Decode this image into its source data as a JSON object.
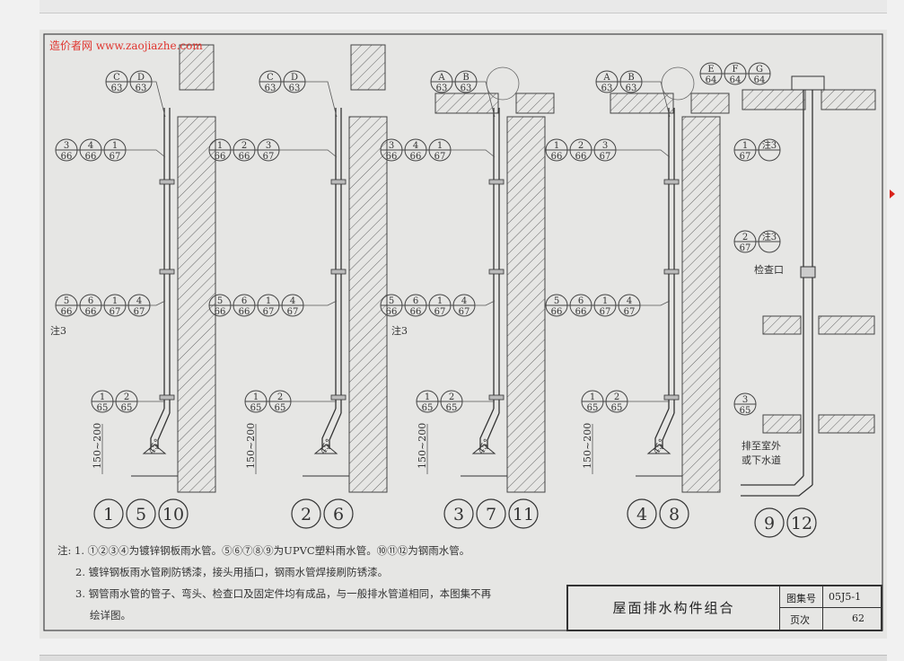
{
  "watermark": "造价者网 www.zaojiazhe.com",
  "bubbles": {
    "set1_top_left": [
      "C/63",
      "D/63"
    ],
    "set1_r1": [
      "3/66",
      "4/66",
      "1/67"
    ],
    "set1_r2": [
      "5/66",
      "6/66",
      "1/67",
      "4/67"
    ],
    "set1_r3": [
      "1/65",
      "2/65"
    ]
  },
  "labels": {
    "note3": "注3",
    "dim": "150~200",
    "angle": "45°",
    "inspect": "检查口",
    "outlet_1": "排至室外",
    "outlet_2": "或下水道"
  },
  "detail_ids": {
    "d1": [
      "1",
      "5",
      "10"
    ],
    "d2": [
      "2",
      "6"
    ],
    "d3": [
      "3",
      "7",
      "11"
    ],
    "d4": [
      "4",
      "8"
    ],
    "d5": [
      "9",
      "12"
    ]
  },
  "notes": {
    "prefix": "注:",
    "n1": "1. ①②③④为镀锌钢板雨水管。⑤⑥⑦⑧⑨为UPVC塑料雨水管。⑩⑪⑫为钢雨水管。",
    "n2": "2. 镀锌钢板雨水管刷防锈漆，接头用插口，钢雨水管焊接刷防锈漆。",
    "n3a": "3. 钢管雨水管的管子、弯头、检查口及固定件均有成品，与一般排水管道相同，本图集不再",
    "n3b": "绘详图。"
  },
  "titleblock": {
    "title": "屋面排水构件组合",
    "atlas_label": "图集号",
    "atlas_value": "05J5-1",
    "page_label": "页次",
    "page_value": "62"
  }
}
